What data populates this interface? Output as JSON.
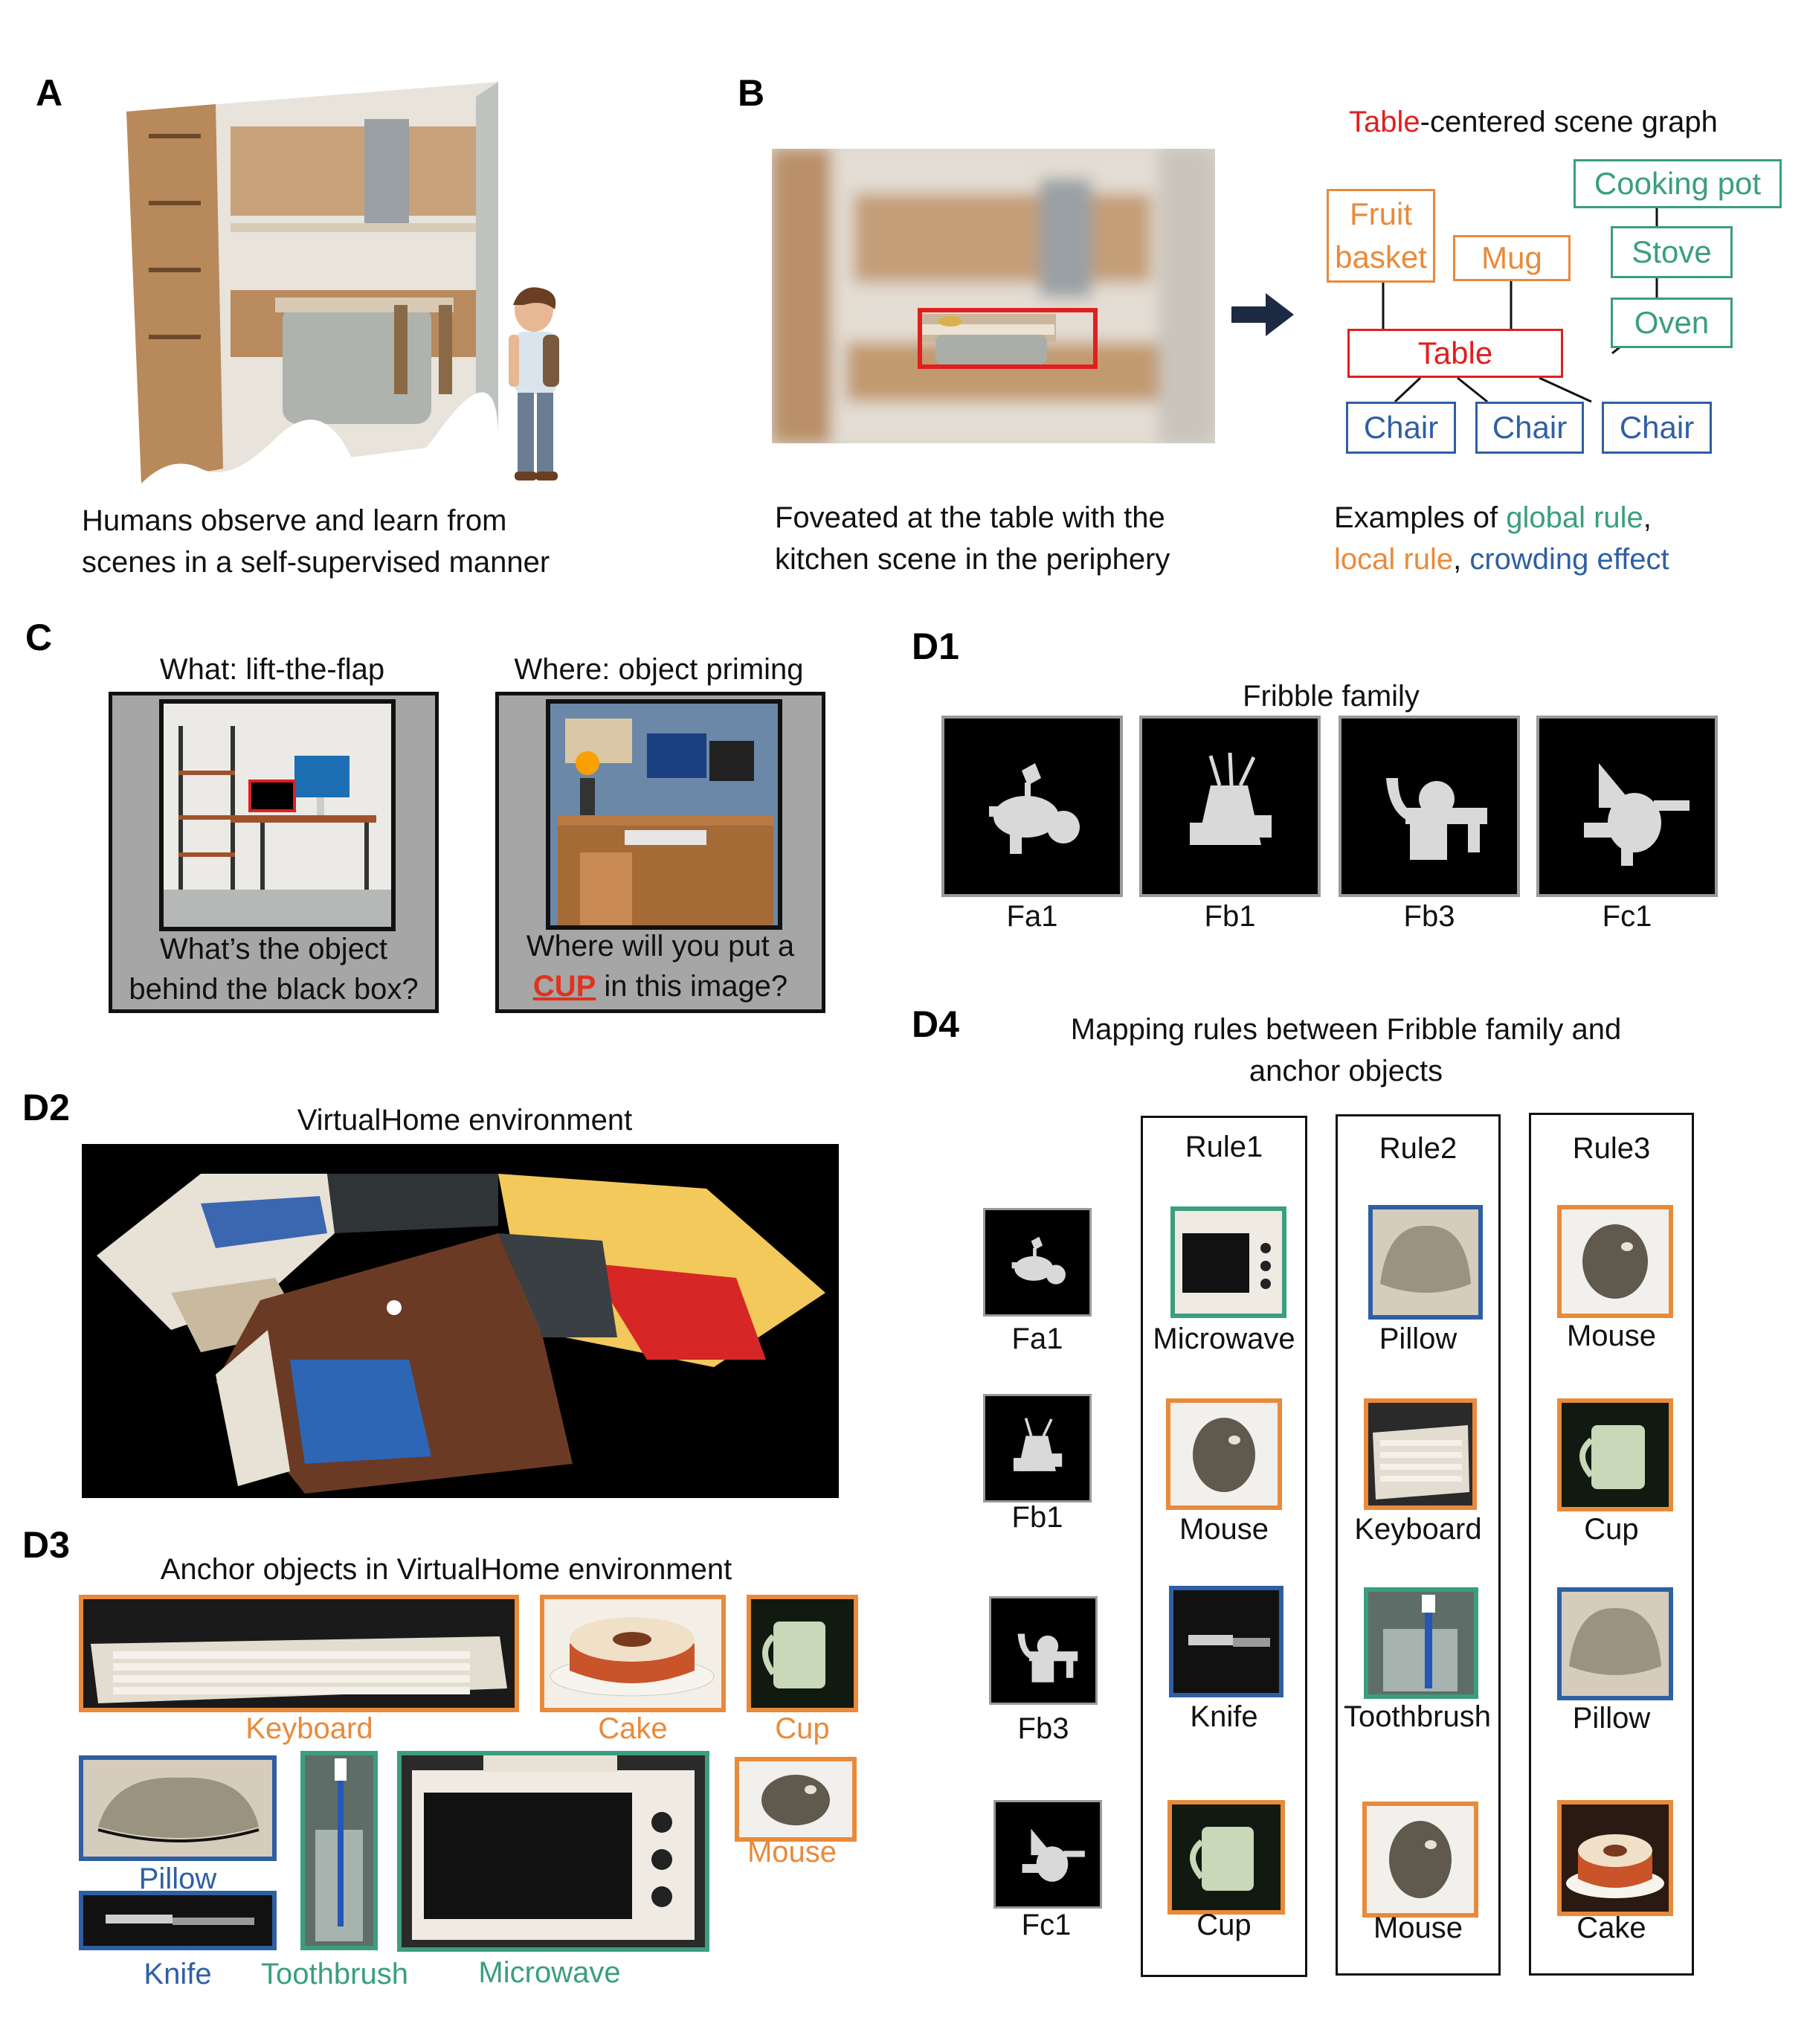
{
  "panels": {
    "A": "A",
    "B": "B",
    "C": "C",
    "D1": "D1",
    "D2": "D2",
    "D3": "D3",
    "D4": "D4"
  },
  "panel_a": {
    "caption_line1": "Humans observe and learn from",
    "caption_line2": "scenes in a self-supervised manner"
  },
  "panel_b": {
    "caption_line1": "Foveated at the table with the",
    "caption_line2": "kitchen scene in the periphery",
    "graph_title_highlight": "Table",
    "graph_title_rest": "-centered scene graph",
    "nodes": {
      "fruit_basket": "Fruit basket",
      "mug": "Mug",
      "cooking_pot": "Cooking pot",
      "stove": "Stove",
      "oven": "Oven",
      "table": "Table",
      "chair1": "Chair",
      "chair2": "Chair",
      "chair3": "Chair"
    },
    "legend_prefix": "Examples of ",
    "legend_global": "global rule",
    "legend_comma1": ",",
    "legend_local": "local rule",
    "legend_comma2": ", ",
    "legend_crowding": "crowding effect",
    "colors": {
      "global": "#3a9e7f",
      "local": "#e98a3a",
      "crowding": "#2f5fa3",
      "center": "#e01f1f"
    }
  },
  "panel_c": {
    "what_title": "What: lift-the-flap",
    "what_q1": "What’s the object",
    "what_q2": "behind the black box?",
    "where_title": "Where: object priming",
    "where_q1": "Where will you put a",
    "where_q2_keyword": "CUP",
    "where_q2_rest": " in this image?"
  },
  "panel_d1": {
    "title": "Fribble family",
    "items": [
      "Fa1",
      "Fb1",
      "Fb3",
      "Fc1"
    ]
  },
  "panel_d2": {
    "title": "VirtualHome environment"
  },
  "panel_d3": {
    "title": "Anchor objects in VirtualHome environment",
    "objects": {
      "keyboard": "Keyboard",
      "cake": "Cake",
      "cup": "Cup",
      "pillow": "Pillow",
      "toothbrush": "Toothbrush",
      "microwave": "Microwave",
      "mouse": "Mouse",
      "knife": "Knife"
    }
  },
  "panel_d4": {
    "title_line1": "Mapping rules between Fribble family and",
    "title_line2": "anchor objects",
    "fribbles": [
      "Fa1",
      "Fb1",
      "Fb3",
      "Fc1"
    ],
    "rules": [
      {
        "name": "Rule1",
        "objects": [
          "Microwave",
          "Mouse",
          "Knife",
          "Cup"
        ]
      },
      {
        "name": "Rule2",
        "objects": [
          "Pillow",
          "Keyboard",
          "Toothbrush",
          "Mouse"
        ]
      },
      {
        "name": "Rule3",
        "objects": [
          "Mouse",
          "Cup",
          "Pillow",
          "Cake"
        ]
      }
    ]
  }
}
